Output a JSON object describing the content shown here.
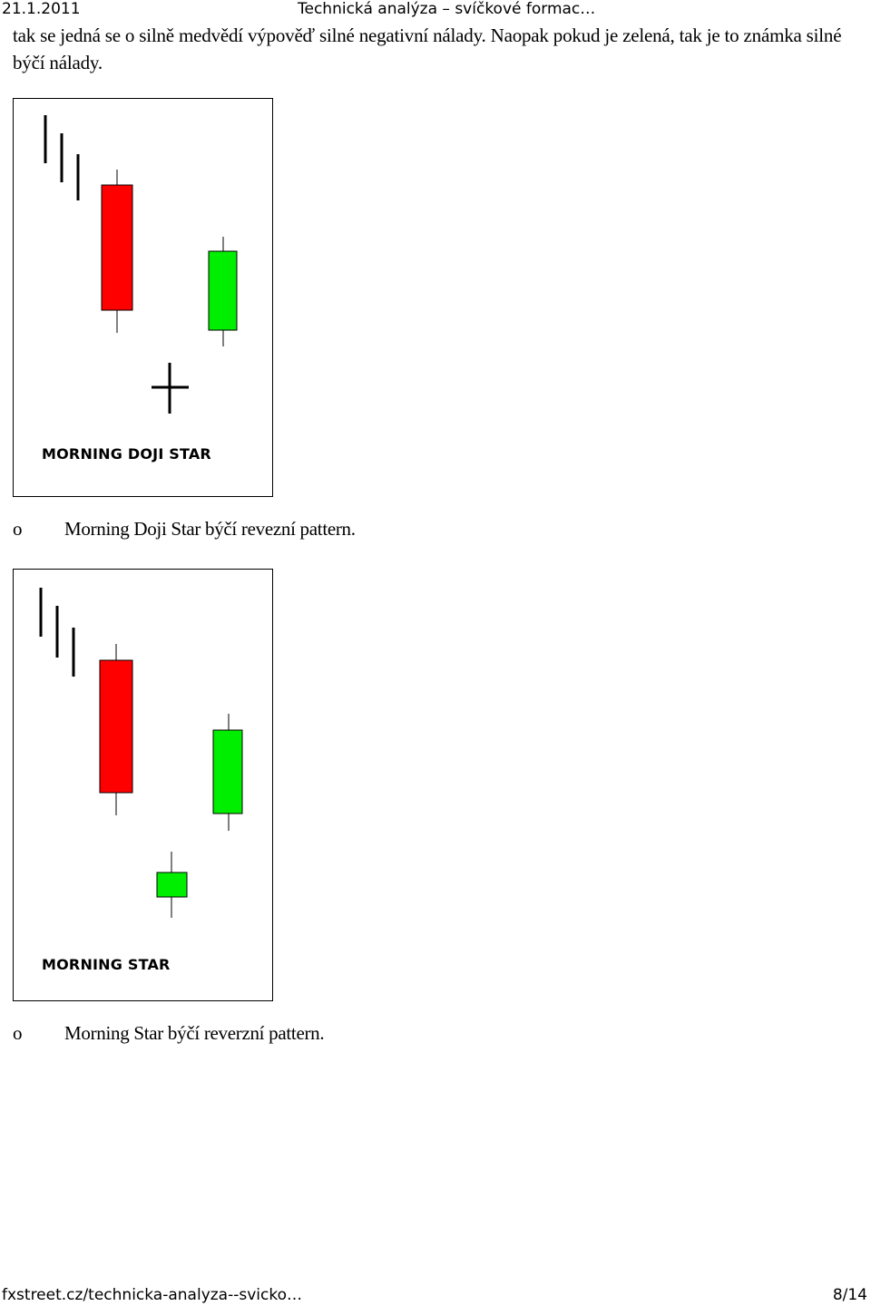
{
  "header": {
    "date": "21.1.2011",
    "title": "Technická analýza – svíčkové formac…"
  },
  "intro_text": "tak se jedná se o silně medvědí výpověď silné negativní nálady. Naopak pokud je zelená, tak je to známka silné býčí nálady.",
  "figures": [
    {
      "label": "MORNING DOJI STAR",
      "caption_marker": "o",
      "caption": "Morning Doji Star býčí revezní pattern."
    },
    {
      "label": "MORNING STAR",
      "caption_marker": "o",
      "caption": "Morning Star býčí reverzní pattern."
    }
  ],
  "colors": {
    "bearish": "#ff0000",
    "bullish": "#00ee00"
  },
  "footer": {
    "url": "fxstreet.cz/technicka-analyza--svicko…",
    "page": "8/14"
  }
}
